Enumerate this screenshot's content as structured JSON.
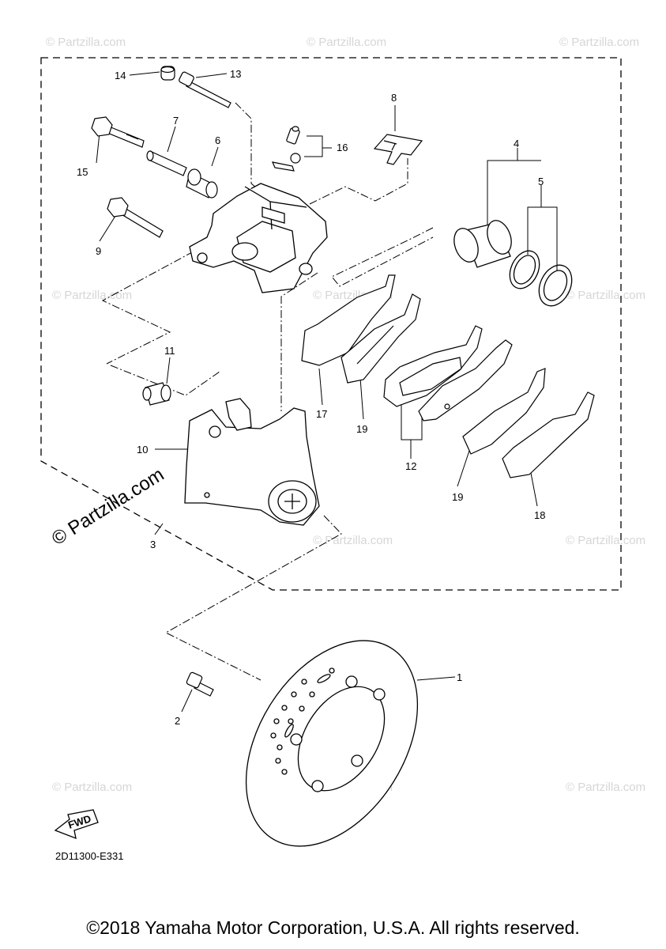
{
  "callouts": [
    "1",
    "2",
    "3",
    "4",
    "5",
    "6",
    "7",
    "8",
    "9",
    "10",
    "11",
    "12",
    "13",
    "14",
    "15",
    "16",
    "17",
    "18",
    "19",
    "19"
  ],
  "watermark": "© Partzilla.com",
  "watermark_large": "© Partzilla.com",
  "fwd_label": "FWD",
  "diagram_code": "2D11300-E331",
  "copyright": "©2018 Yamaha Motor Corporation, U.S.A. All rights reserved."
}
